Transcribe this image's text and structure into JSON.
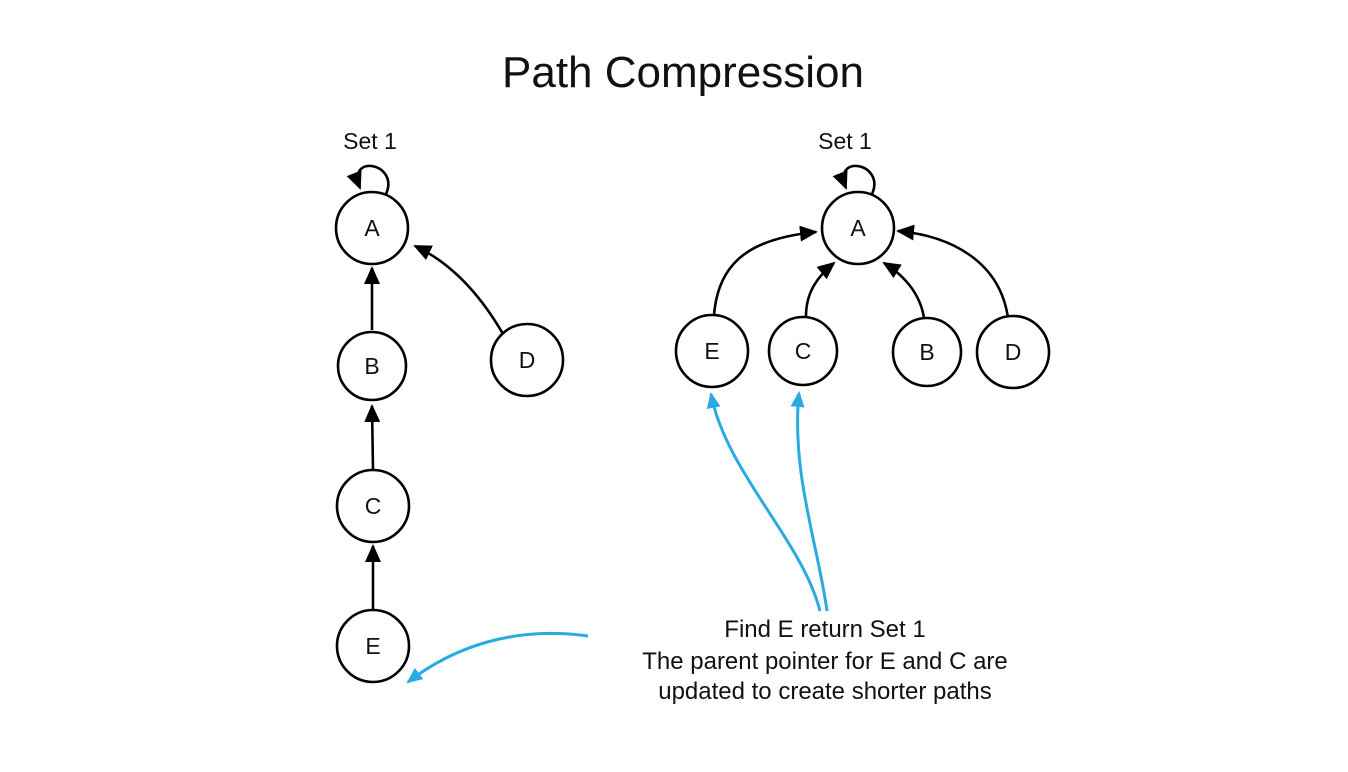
{
  "title": "Path Compression",
  "colors": {
    "annotation_blue": "#29ABE2",
    "stroke_black": "#000000",
    "node_fill": "#ffffff"
  },
  "left_tree": {
    "set_label": "Set 1",
    "nodes": {
      "a": "A",
      "b": "B",
      "c": "C",
      "d": "D",
      "e": "E"
    },
    "edges": [
      "A→A (self loop)",
      "B→A",
      "C→B",
      "E→C",
      "D→A"
    ]
  },
  "right_tree": {
    "set_label": "Set 1",
    "nodes": {
      "a": "A",
      "b": "B",
      "c": "C",
      "d": "D",
      "e": "E"
    },
    "edges": [
      "A→A (self loop)",
      "E→A",
      "C→A",
      "B→A",
      "D→A"
    ]
  },
  "annotation": {
    "line1": "Find E return Set 1",
    "line2": "The parent pointer for E and C are",
    "line3": "updated to create shorter paths"
  }
}
